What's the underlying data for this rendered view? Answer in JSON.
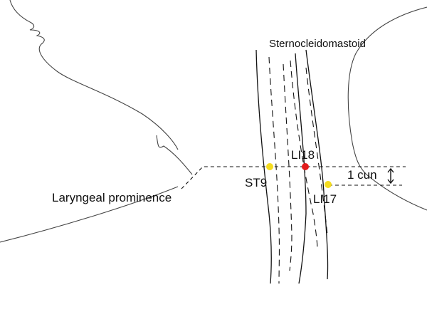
{
  "labels": {
    "muscle": "Sternocleidomastoid",
    "li18": "LI18",
    "st9": "ST9",
    "li17": "LI17",
    "cun": "1 cun",
    "larynx": "Laryngeal prominence"
  },
  "colors": {
    "li18": "#e21b1b",
    "st9": "#f5dc1e",
    "li17": "#f5dc1e"
  }
}
